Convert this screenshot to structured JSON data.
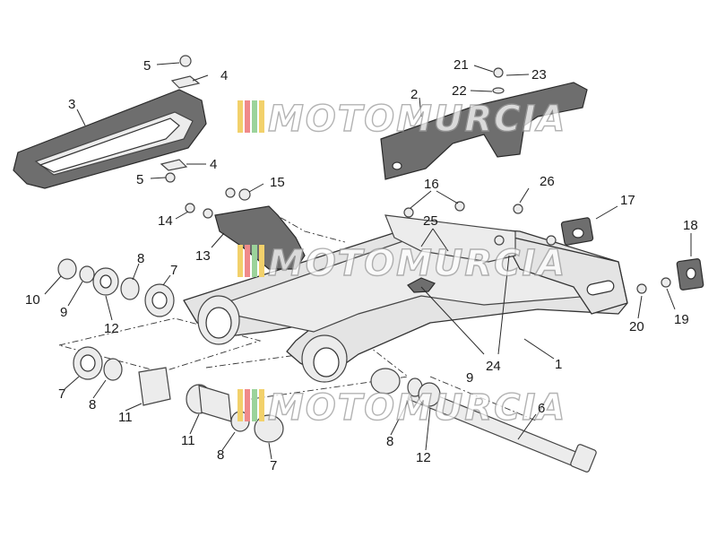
{
  "watermark": {
    "text": "MOTOMURCIA",
    "colors": [
      "#f2d16b",
      "#f08a8a",
      "#9bd39b",
      "#f2d16b"
    ]
  },
  "labels": {
    "l1": "1",
    "l2": "2",
    "l3": "3",
    "l4a": "4",
    "l4b": "4",
    "l5a": "5",
    "l5b": "5",
    "l6": "6",
    "l7a": "7",
    "l7b": "7",
    "l7c": "7",
    "l8a": "8",
    "l8b": "8",
    "l8c": "8",
    "l8d": "8",
    "l9a": "9",
    "l9b": "9",
    "l10": "10",
    "l11a": "11",
    "l11b": "11",
    "l12a": "12",
    "l12b": "12",
    "l13": "13",
    "l14": "14",
    "l15": "15",
    "l16": "16",
    "l17": "17",
    "l18": "18",
    "l19": "19",
    "l20": "20",
    "l21": "21",
    "l22": "22",
    "l23": "23",
    "l24": "24",
    "l25": "25",
    "l26": "26"
  }
}
